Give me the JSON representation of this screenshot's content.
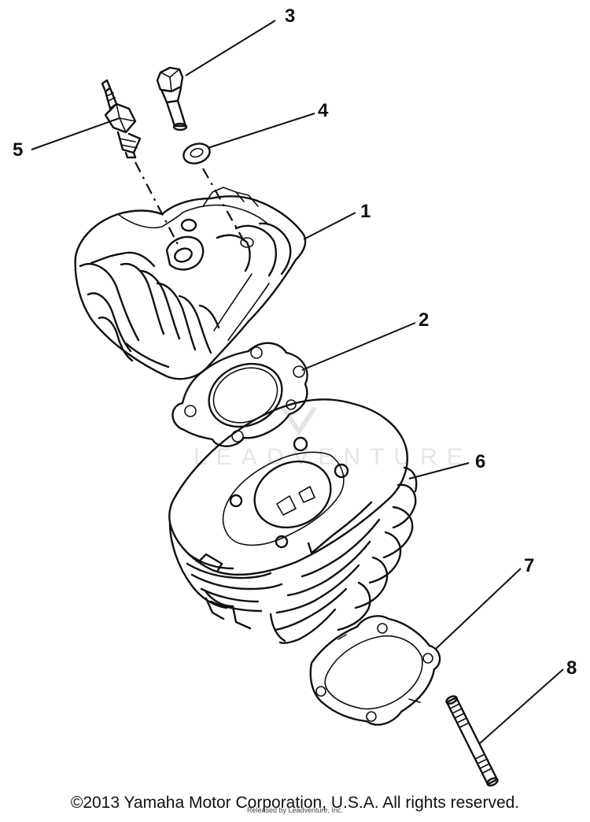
{
  "parts": [
    {
      "callout": "1"
    },
    {
      "callout": "2"
    },
    {
      "callout": "3"
    },
    {
      "callout": "4"
    },
    {
      "callout": "5"
    },
    {
      "callout": "6"
    },
    {
      "callout": "7"
    },
    {
      "callout": "8"
    }
  ],
  "watermark": "LEADVENTURE",
  "copyright": "©2013 Yamaha Motor Corporation, U.S.A. All rights reserved.",
  "retailer_note": "Released by Leadventure, Inc."
}
